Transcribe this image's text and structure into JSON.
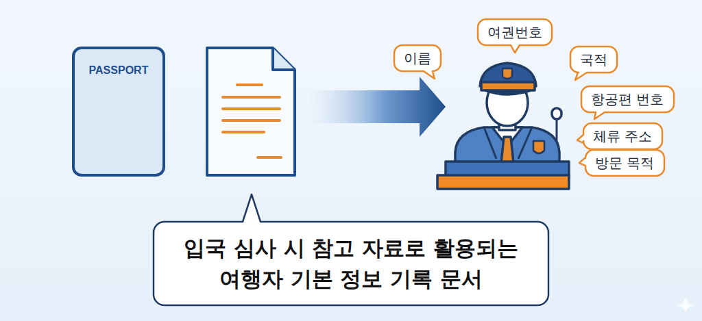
{
  "diagram": {
    "nodes": [
      {
        "text": [
          "PASSPORT"
        ]
      },
      {
        "text": [
          "이름"
        ]
      },
      {
        "text": [
          "여권번호"
        ]
      },
      {
        "text": [
          "국적"
        ]
      },
      {
        "text": [
          "항공편 번호"
        ]
      },
      {
        "text": [
          "체류 주소"
        ]
      },
      {
        "text": [
          "방문 목적"
        ]
      },
      {
        "text": [
          "입국 심사 시 참고 자료로 활용되는 여행자 기본 정보 기록 문서"
        ]
      }
    ]
  }
}
